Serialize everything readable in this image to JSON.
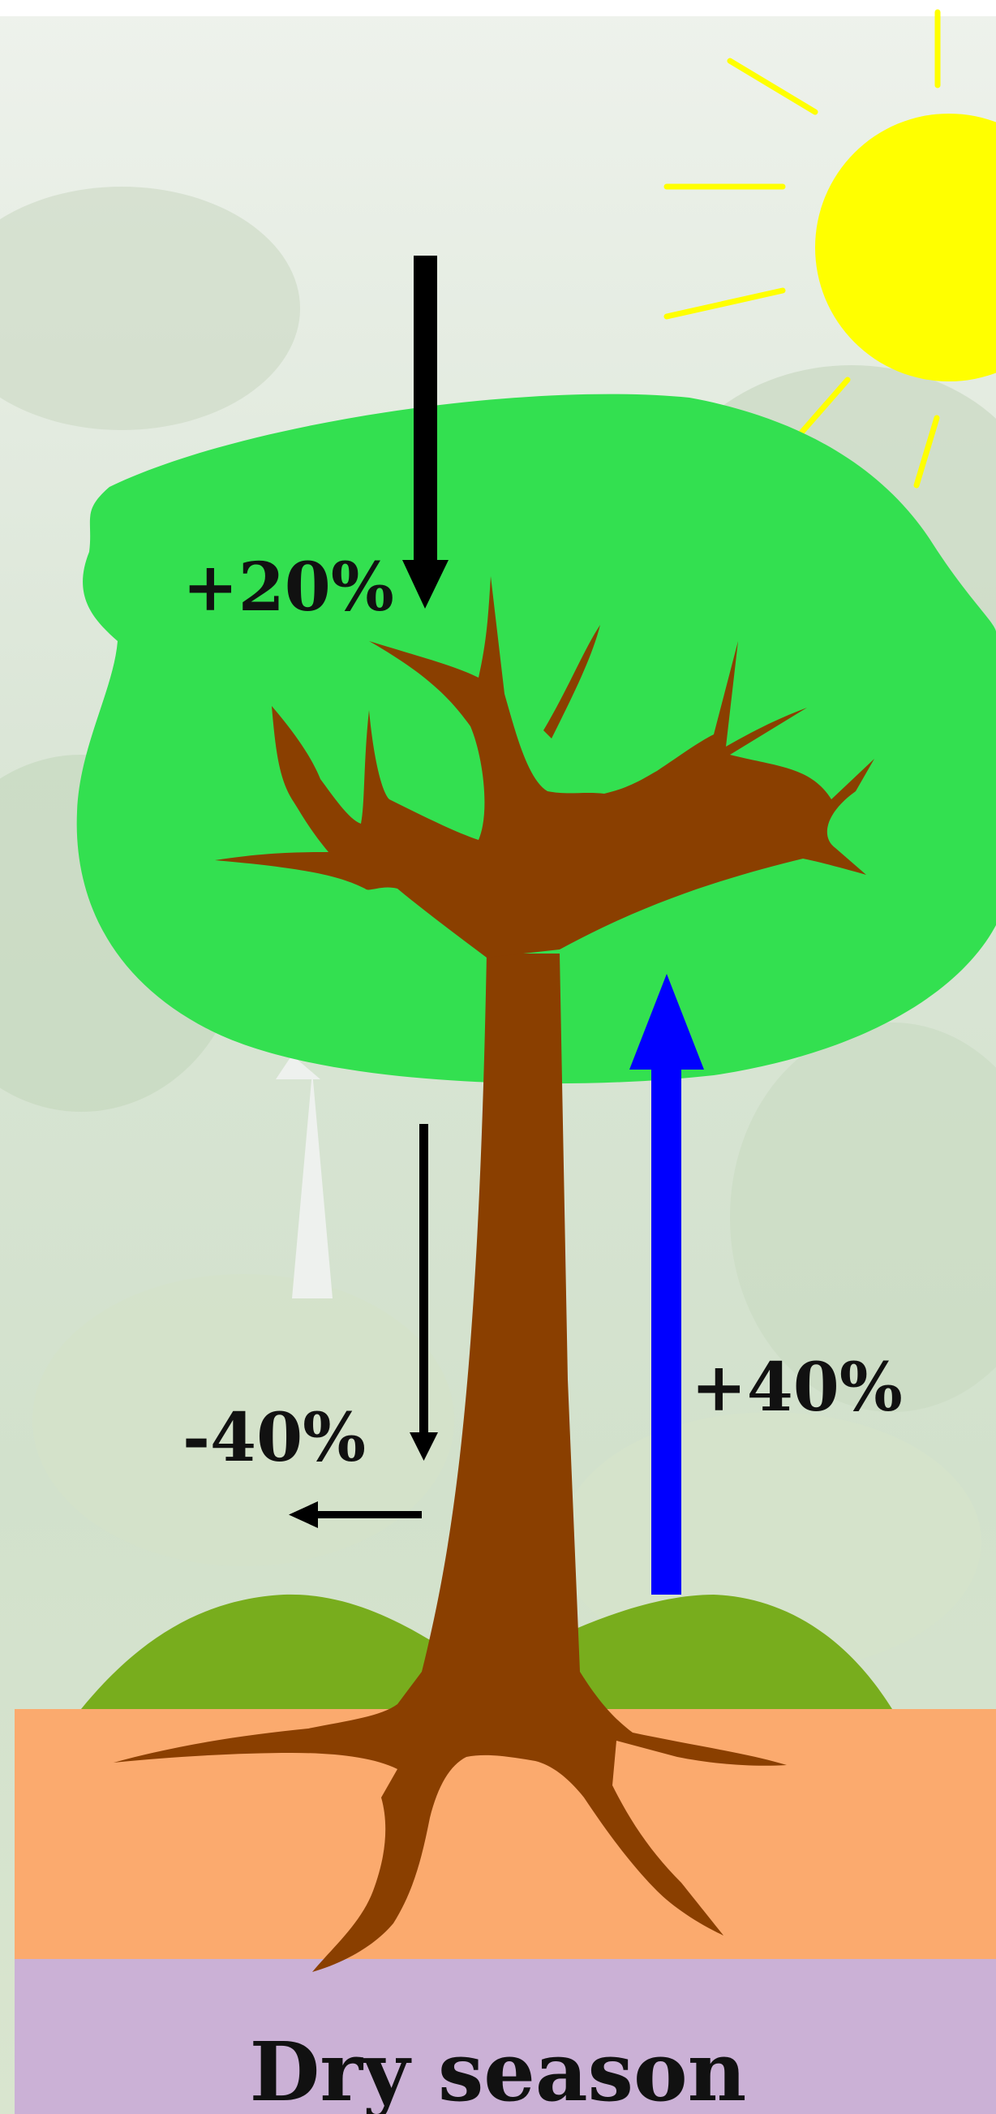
{
  "diagram": {
    "labels": {
      "rain_in": "+20%",
      "drainage_out": "-40%",
      "uptake": "+40%"
    },
    "caption": "Dry season"
  },
  "colors": {
    "canopy": "#33e050",
    "trunk": "#8a3f00",
    "sun": "#ffff00",
    "grass": "#78ad1d",
    "soil": "#fbaa6e",
    "bedrock": "#cbb1d6",
    "uptake_arrow": "#0000ff",
    "black_arrows": "#000000"
  }
}
